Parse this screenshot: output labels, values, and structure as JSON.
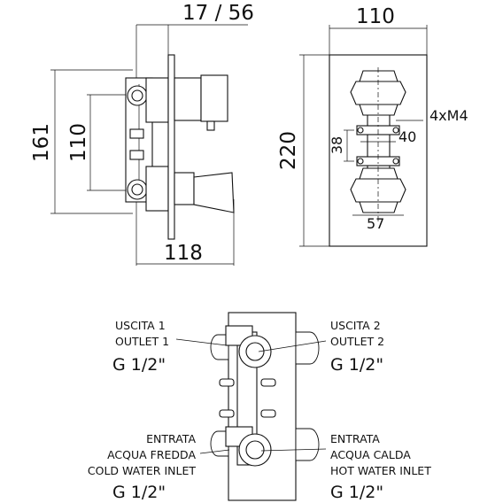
{
  "dimensions": {
    "side_depth": "17 / 56",
    "side_height": "161",
    "side_inner_height": "110",
    "side_width": "118",
    "front_width": "110",
    "front_height": "220",
    "screw_spec": "4xM4",
    "hole_width": "40",
    "hole_pitch": "38",
    "inlet_spacing": "57"
  },
  "labels": {
    "outlet1": {
      "line1": "USCITA 1",
      "line2": "OUTLET 1",
      "thread": "G 1/2\""
    },
    "outlet2": {
      "line1": "USCITA 2",
      "line2": "OUTLET 2",
      "thread": "G 1/2\""
    },
    "cold_inlet": {
      "line1": "ENTRATA",
      "line2": "ACQUA FREDDA",
      "line3": "COLD WATER INLET",
      "thread": "G 1/2\""
    },
    "hot_inlet": {
      "line1": "ENTRATA",
      "line2": "ACQUA CALDA",
      "line3": "HOT WATER INLET",
      "thread": "G 1/2\""
    }
  }
}
